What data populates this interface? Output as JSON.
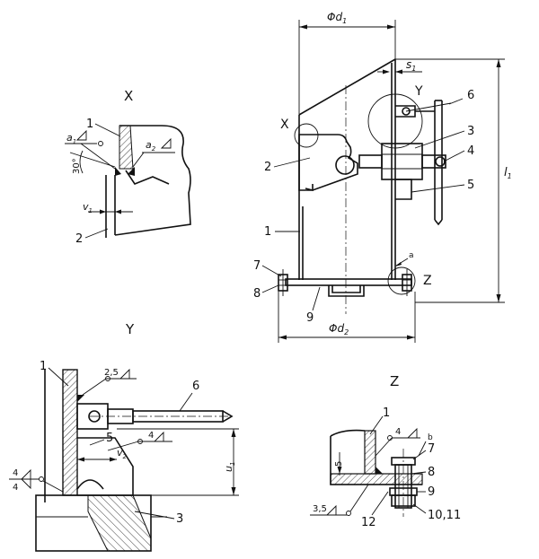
{
  "detail_views": {
    "x": "X",
    "y": "Y",
    "z": "Z"
  },
  "main_view": {
    "dim_d1": "Φd",
    "dim_d1_sub": "1",
    "dim_d2": "Φd",
    "dim_d2_sub": "2",
    "dim_s1": "s",
    "dim_s1_sub": "1",
    "dim_l1": "l",
    "dim_l1_sub": "1",
    "callout_x": "X",
    "callout_y": "Y",
    "callout_z": "Z",
    "note_a": "a",
    "parts": [
      "1",
      "2",
      "3",
      "4",
      "5",
      "6",
      "7",
      "8",
      "9"
    ]
  },
  "detail_x": {
    "parts": [
      "1",
      "2"
    ],
    "weld_a1": "a",
    "weld_a1_sub": "1",
    "weld_a2": "a",
    "weld_a2_sub": "2",
    "angle": "30°",
    "dim_v1": "v",
    "dim_v1_sub": "1"
  },
  "detail_y": {
    "parts": [
      "1",
      "6",
      "5",
      "3"
    ],
    "weld_top": "2,5",
    "weld_mid": "4",
    "weld_left_top": "4",
    "weld_left_bottom": "4",
    "dim_v2": "v",
    "dim_v2_sub": "2",
    "dim_u1": "u",
    "dim_u1_sub": "1"
  },
  "detail_z": {
    "parts": [
      "1",
      "7",
      "8",
      "9",
      "12",
      "10,11"
    ],
    "weld_top": "4",
    "note_b": "b",
    "dim_5": "5",
    "weld_bottom": "3,5"
  }
}
